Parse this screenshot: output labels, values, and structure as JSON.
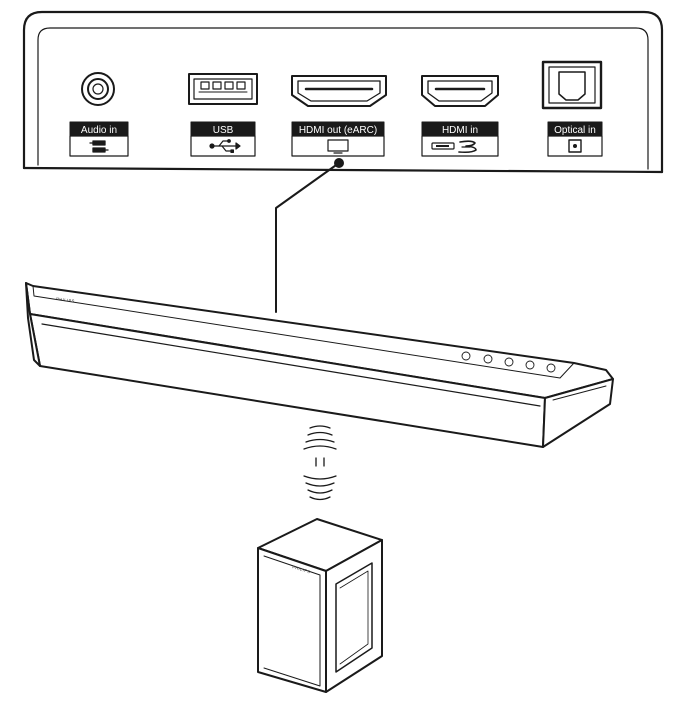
{
  "ports": [
    {
      "id": "audio-in",
      "label": "Audio in",
      "icon": "audio-cable-icon"
    },
    {
      "id": "usb",
      "label": "USB",
      "icon": "usb-icon"
    },
    {
      "id": "hdmi-out",
      "label": "HDMI out (eARC)",
      "icon": "tv-screen-icon"
    },
    {
      "id": "hdmi-in",
      "label": "HDMI in",
      "icon": "bluray-player-icon"
    },
    {
      "id": "optical-in",
      "label": "Optical in",
      "icon": "optical-icon"
    }
  ],
  "soundbar": {
    "brand": "PHILIPS"
  },
  "subwoofer": {
    "brand": "PHILIPS"
  },
  "colors": {
    "line": "#1a1a1a",
    "label_bg": "#1a1a1a",
    "label_fg": "#ffffff",
    "background": "#ffffff"
  }
}
